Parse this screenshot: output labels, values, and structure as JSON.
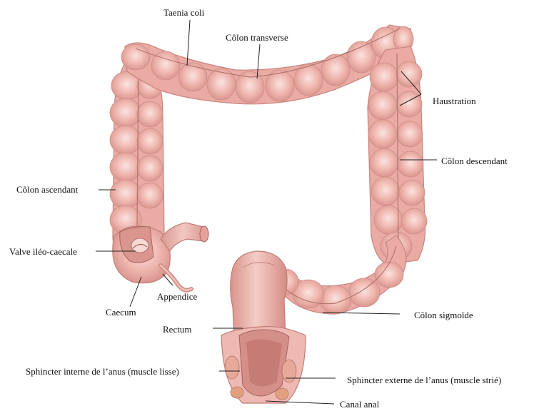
{
  "colors": {
    "tissue": "#e8a8a2",
    "tissue_light": "#f6d2cc",
    "tissue_dark": "#c9857f",
    "taenia_line": "#b97a73",
    "background": "#ffffff",
    "leader_line": "#222222"
  },
  "labels": {
    "taenia_coli": "Taenia coli",
    "colon_transverse": "Côlon transverse",
    "haustration": "Haustration",
    "colon_descendant": "Côlon descendant",
    "colon_ascendant": "Côlon ascendant",
    "valve_ileo_caecale": "Valve iléo-caecale",
    "appendice": "Appendice",
    "caecum": "Caecum",
    "rectum": "Rectum",
    "colon_sigmoide": "Côlon sigmoïde",
    "sphincter_interne": "Sphincter interne de l’anus (muscle lisse)",
    "sphincter_externe": "Sphincter externe de l’anus (muscle strié)",
    "canal_anal": "Canal anal"
  }
}
